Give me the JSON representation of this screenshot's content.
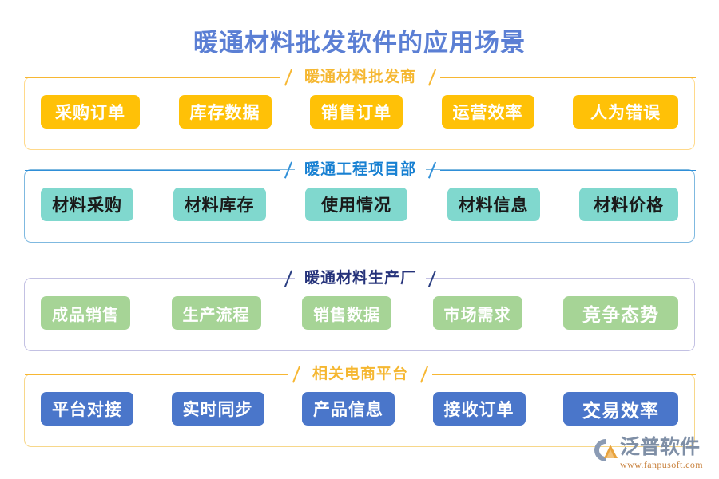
{
  "page": {
    "title": "暖通材料批发软件的应用场景",
    "title_color": "#5b7fd4",
    "background": "#ffffff"
  },
  "sections": [
    {
      "id": "wholesaler",
      "title": "暖通材料批发商",
      "title_color": "#f5b731",
      "frame_border_color": "#ffd98a",
      "chip_bg": "#ffc107",
      "chip_text_color": "#ffffff",
      "chips": [
        {
          "label": "采购订单"
        },
        {
          "label": "库存数据"
        },
        {
          "label": "销售订单"
        },
        {
          "label": "运营效率"
        },
        {
          "label": "人为错误"
        }
      ]
    },
    {
      "id": "project-department",
      "title": "暖通工程项目部",
      "title_color": "#1780d2",
      "frame_border_color": "#7fb9e0",
      "chip_bg": "#80d8ce",
      "chip_text_color": "#1a1a1a",
      "chips": [
        {
          "label": "材料采购"
        },
        {
          "label": "材料库存"
        },
        {
          "label": "使用情况"
        },
        {
          "label": "材料信息"
        },
        {
          "label": "材料价格"
        }
      ]
    },
    {
      "id": "manufacturer",
      "title": "暖通材料生产厂",
      "title_color": "#25327a",
      "frame_border_color": "#c3c1e3",
      "chip_bg": "#a6d496",
      "chip_text_color": "#ffffff",
      "chips": [
        {
          "label": "成品销售"
        },
        {
          "label": "生产流程"
        },
        {
          "label": "销售数据"
        },
        {
          "label": "市场需求"
        },
        {
          "label": "竞争态势"
        }
      ]
    },
    {
      "id": "ecommerce-platform",
      "title": "相关电商平台",
      "title_color": "#f5b731",
      "frame_border_color": "#f7d78a",
      "chip_bg": "#4a76ca",
      "chip_text_color": "#ffffff",
      "chips": [
        {
          "label": "平台对接"
        },
        {
          "label": "实时同步"
        },
        {
          "label": "产品信息"
        },
        {
          "label": "接收订单"
        },
        {
          "label": "交易效率"
        }
      ]
    }
  ],
  "logo": {
    "name": "泛普软件",
    "url": "www.fanpusoft.com",
    "mark_primary_color": "#e8a33d",
    "mark_secondary_color": "#8b9bb4",
    "text_color": "#7f8fa6",
    "url_color": "#c9823e"
  }
}
